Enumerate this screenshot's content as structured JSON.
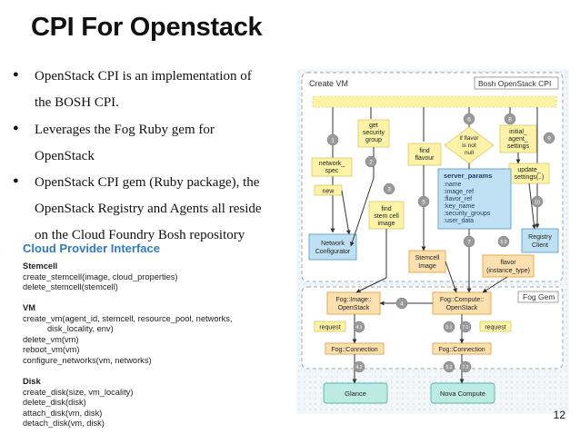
{
  "slide": {
    "title": "CPI For Openstack",
    "page_number": "12"
  },
  "bullets": [
    {
      "lines": [
        "OpenStack CPI is an implementation of",
        "the BOSH CPI."
      ]
    },
    {
      "lines": [
        "Leverages the Fog Ruby gem for",
        "OpenStack"
      ]
    },
    {
      "lines": [
        "OpenStack CPI gem (Ruby package), the",
        "OpenStack Registry and Agents all reside",
        "on the Cloud Foundry Bosh repository"
      ]
    }
  ],
  "cpi": {
    "title": "Cloud Provider Interface",
    "sections": [
      {
        "heading": "Stemcell",
        "lines": [
          "create_stemcell(image, cloud_properties)",
          "delete_stemcell(stemcell)"
        ]
      },
      {
        "heading": "VM",
        "lines": [
          "create_vm(agent_id, stemcell, resource_pool, networks,",
          "disk_locality, env)",
          "delete_vm(vm)",
          "reboot_vm(vm)",
          "configure_networks(vm, networks)"
        ]
      },
      {
        "heading": "Disk",
        "lines": [
          "create_disk(size, vm_locality)",
          "delete_disk(disk)",
          "attach_disk(vm, disk)",
          "detach_disk(vm, disk)"
        ]
      }
    ]
  },
  "diagram": {
    "create_vm_label": "Create VM",
    "bosh_cpi_label": "Bosh OpenStack CPI",
    "fog_gem_label": "Fog Gem",
    "steps": {
      "get_security_group": [
        "get",
        "security",
        "group"
      ],
      "network_spec": [
        "network_",
        "spec"
      ],
      "new": "new",
      "find_flavour": [
        "find",
        "flavour"
      ],
      "find_stemcell": [
        "find",
        "stem cell",
        "image"
      ],
      "if_flavor": [
        "if flavor",
        "is not",
        "null"
      ],
      "initial_agent": [
        "initial_",
        "agent_",
        "settings"
      ],
      "update_settings": [
        "update_",
        "settings(..)"
      ],
      "server_params_title": "server_params",
      "server_params": [
        ":name",
        ":image_ref",
        ":flavor_ref",
        ":key_name",
        ":security_groups",
        ":user_data"
      ],
      "network_configurator": [
        "Network",
        "Configurator"
      ],
      "registry_client": [
        "Registry",
        "Client"
      ],
      "stemcell_image": [
        "Stemcell",
        "Image"
      ],
      "flavor": [
        "flavor",
        "(instance_type)"
      ],
      "fog_image": [
        "Fog::Image::",
        "OpenStack"
      ],
      "fog_compute": [
        "Fog::Compute::",
        "OpenStack"
      ],
      "request_left": "request",
      "request_right": "request",
      "fog_conn_left": "Fog::Connection",
      "fog_conn_right": "Fog::Connection",
      "glance": "Glance",
      "nova": "Nova Compute"
    },
    "step_numbers": {
      "n1": "1",
      "n2": "2",
      "n3": "3",
      "n4": "4",
      "n5": "5",
      "n6": "6",
      "n7": "7",
      "n8": "8",
      "n9": "9",
      "n10": "10",
      "n53": "5.3",
      "n41": "4.1",
      "n51": "5.1",
      "n71": "7.1",
      "n42": "4.2",
      "n52": "5.2",
      "n72": "7.2"
    },
    "colors": {
      "blue_box": "#bfe0f3",
      "blue_border": "#5aa3d6",
      "orange_box": "#fde0b0",
      "orange_border": "#e9a13a",
      "yellow_box": "#fdf3a8",
      "yellow_border": "#d8c24a",
      "teal_box": "#bdebe4",
      "teal_border": "#4fb8aa",
      "step_circle": "#9a9a9a"
    }
  }
}
